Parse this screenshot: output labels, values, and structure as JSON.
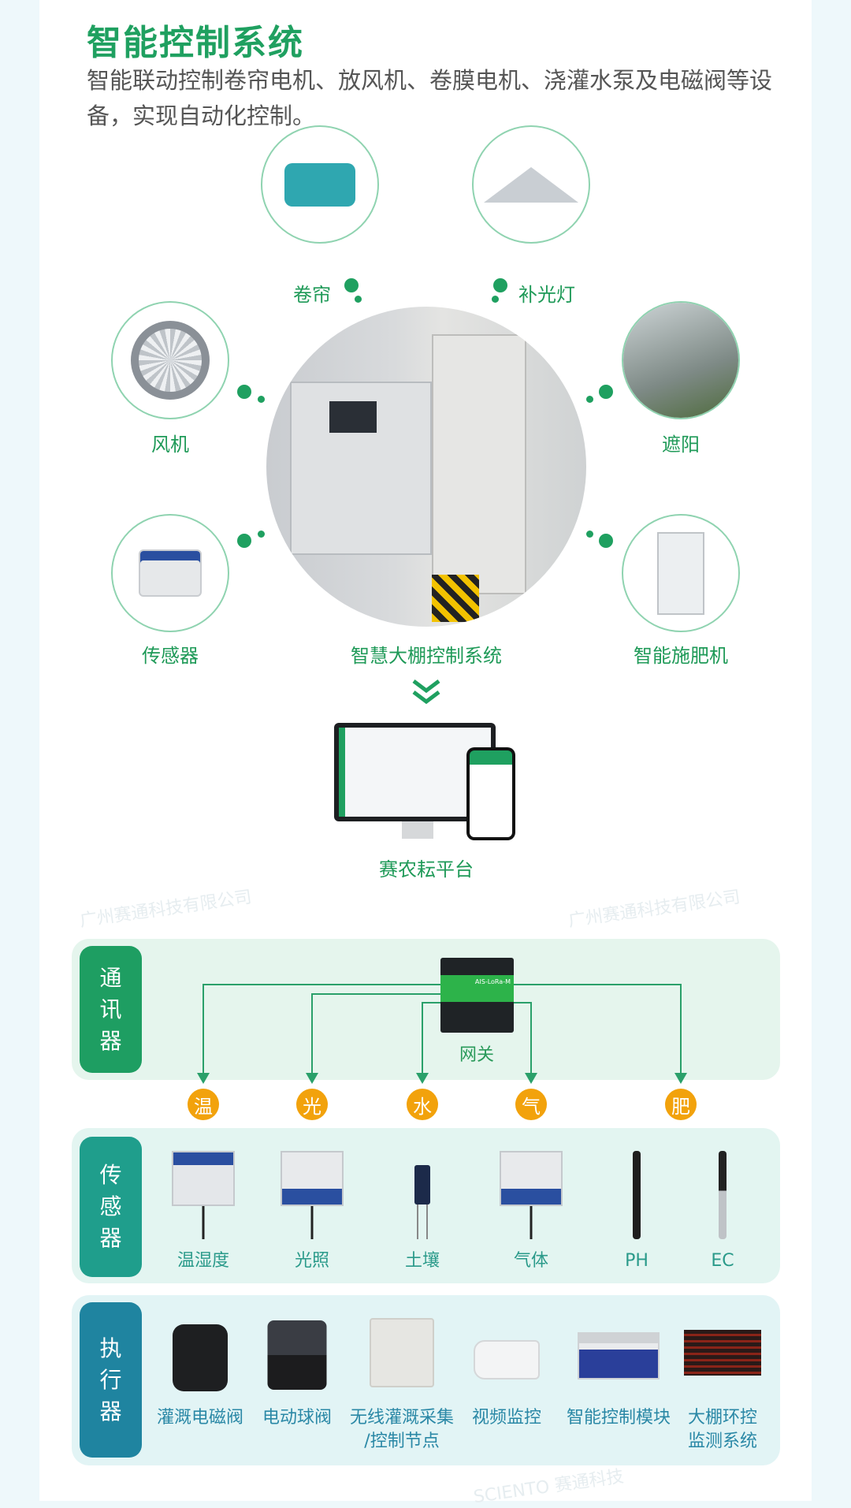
{
  "header": {
    "title": "智能控制系统",
    "subtitle": "智能联动控制卷帘电机、放风机、卷膜电机、浇灌水泵及电磁阀等设备，实现自动化控制。"
  },
  "hub": {
    "center_label": "智慧大棚控制系统",
    "devices": [
      {
        "label": "卷帘",
        "icon": "motor"
      },
      {
        "label": "补光灯",
        "icon": "grow-light"
      },
      {
        "label": "风机",
        "icon": "fan"
      },
      {
        "label": "遮阳",
        "icon": "shade-net"
      },
      {
        "label": "传感器",
        "icon": "sensor"
      },
      {
        "label": "智能施肥机",
        "icon": "fertilizer-machine"
      }
    ],
    "platform_label": "赛农耘平台"
  },
  "communication": {
    "tag": [
      "通",
      "讯",
      "器"
    ],
    "gateway_label": "网关",
    "gateway_model": "AIS-LoRa-M",
    "categories": [
      "温",
      "光",
      "水",
      "气",
      "肥"
    ]
  },
  "sensors": {
    "tag": [
      "传",
      "感",
      "器"
    ],
    "items": [
      "温湿度",
      "光照",
      "土壤",
      "气体",
      "PH",
      "EC"
    ]
  },
  "actuators": {
    "tag": [
      "执",
      "行",
      "器"
    ],
    "items": [
      [
        "灌溉电磁阀"
      ],
      [
        "电动球阀"
      ],
      [
        "无线灌溉采集",
        "/控制节点"
      ],
      [
        "视频监控"
      ],
      [
        "智能控制模块"
      ],
      [
        "大棚环控",
        "监测系统"
      ]
    ]
  },
  "watermark": {
    "company": "广州赛通科技有限公司",
    "brand": "SCIENTO 赛通科技"
  },
  "colors": {
    "green": "#1fa060",
    "teal": "#1f9e8c",
    "blue": "#1f84a0",
    "orange": "#f2a20c"
  }
}
